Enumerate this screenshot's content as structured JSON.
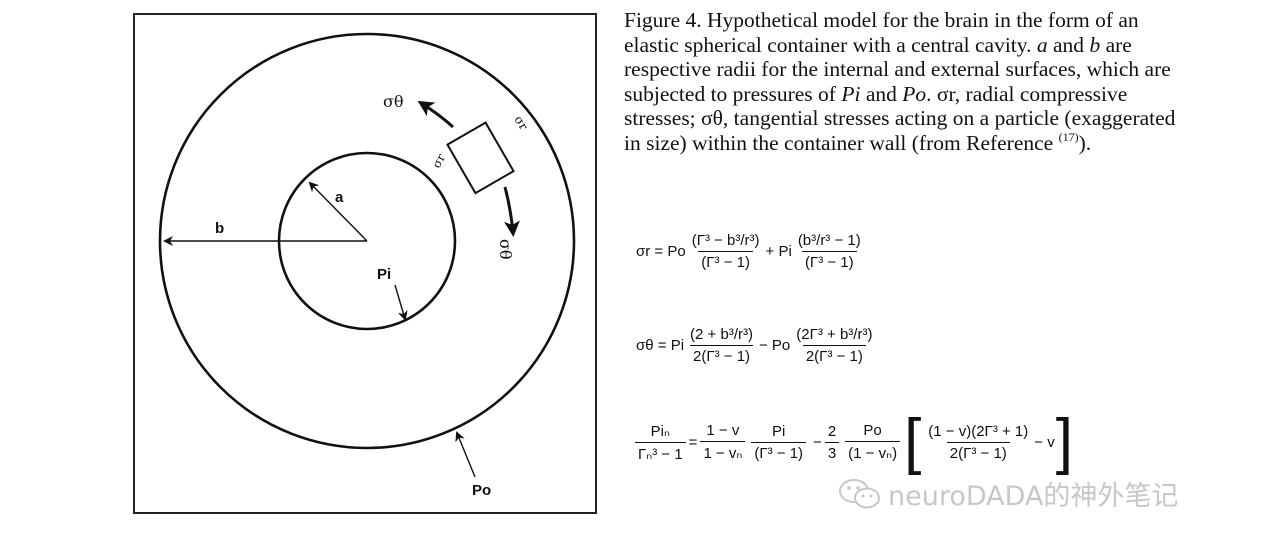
{
  "diagram": {
    "label_a": "a",
    "label_b": "b",
    "label_pi": "Pi",
    "label_po": "Po",
    "sigma_theta": "σθ",
    "sigma_r": "σr"
  },
  "caption": {
    "prefix": "Figure 4.  Hypothetical model for the brain in the form of an elastic spherical container with a central cavity. ",
    "var_a": "a",
    "and": " and ",
    "var_b": "b",
    "radii_text": " are respective radii for the internal and external surfaces, which are subjected to pressures of ",
    "var_pi": "Pi",
    "and2": " and ",
    "var_po": "Po",
    "stress_text": ". σr, radial compressive stresses; σθ, tangential stresses acting on a particle (exaggerated in size) within the container wall (from Reference ",
    "ref": "(17)",
    "suffix": ")."
  },
  "equations": {
    "eq1": {
      "lhs": "σr = Po",
      "f1_num": "(Γ³ − b³/r³)",
      "f1_den": "(Γ³ − 1)",
      "mid": "+ Pi",
      "f2_num": "(b³/r³ − 1)",
      "f2_den": "(Γ³ − 1)"
    },
    "eq2": {
      "lhs": "σθ = Pi",
      "f1_num": "(2 + b³/r³)",
      "f1_den": "2(Γ³ − 1)",
      "mid": "− Po",
      "f2_num": "(2Γ³ + b³/r³)",
      "f2_den": "2(Γ³ − 1)"
    },
    "eq3": {
      "f0_num": "Piₙ",
      "f0_den": "Γₙ³ − 1",
      "eq": "=",
      "f1_num": "1 − v",
      "f1_den": "1 − vₙ",
      "f2_num": "Pi",
      "f2_den": "(Γ³ − 1)",
      "minus": "−",
      "f3_num": "2",
      "f3_den": "3",
      "f4_num": "Po",
      "f4_den": "(1 − vₙ)",
      "f5_num": "(1 − v)(2Γ³ + 1)",
      "f5_den": "2(Γ³ − 1)",
      "tail": "− v"
    }
  },
  "watermark": {
    "text": "neuroDADA的神外笔记"
  }
}
